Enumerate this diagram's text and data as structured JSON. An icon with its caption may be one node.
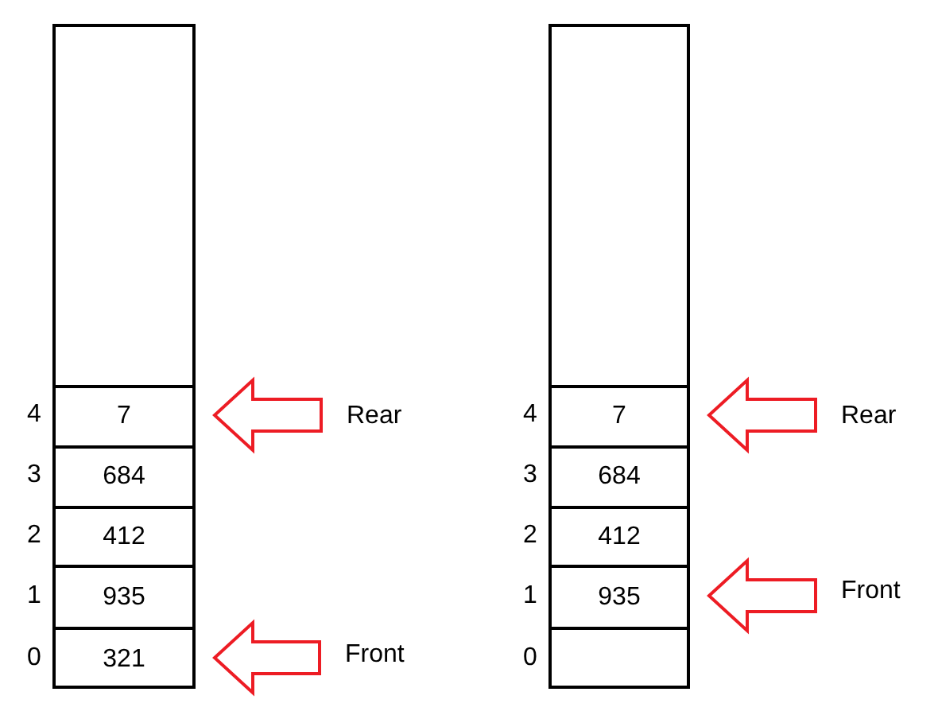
{
  "diagram": {
    "nodes": [
      {
        "text": [],
        "shape": "box"
      },
      {
        "text": [
          "7"
        ],
        "in": 0
      },
      {
        "text": [
          "684"
        ],
        "in": 0
      },
      {
        "text": [
          "412"
        ],
        "in": 0
      },
      {
        "text": [
          "935"
        ],
        "in": 0
      },
      {
        "text": [
          "321"
        ],
        "in": 0
      },
      {
        "text": [
          "Rear"
        ]
      },
      {
        "text": [
          "Front"
        ]
      },
      {
        "text": [],
        "shape": "box"
      },
      {
        "text": [
          "7"
        ],
        "in": 8
      },
      {
        "text": [
          "684"
        ],
        "in": 8
      },
      {
        "text": [
          "412"
        ],
        "in": 8
      },
      {
        "text": [
          "935"
        ],
        "in": 8
      },
      {
        "text": [],
        "shape": "box",
        "in": 8
      },
      {
        "text": [
          "Rear"
        ]
      },
      {
        "text": [
          "Front"
        ]
      }
    ],
    "edges": [
      {
        "from": 6,
        "to": 1,
        "arrow": "to",
        "color": "#ed1c24"
      },
      {
        "from": 7,
        "to": 5,
        "arrow": "to",
        "color": "#ed1c24"
      },
      {
        "from": 14,
        "to": 9,
        "arrow": "to",
        "color": "#ed1c24"
      },
      {
        "from": 15,
        "to": 12,
        "arrow": "to",
        "color": "#ed1c24"
      }
    ],
    "labels": [
      "4",
      "3",
      "2",
      "1",
      "0",
      "4",
      "3",
      "2",
      "1",
      "0"
    ]
  }
}
